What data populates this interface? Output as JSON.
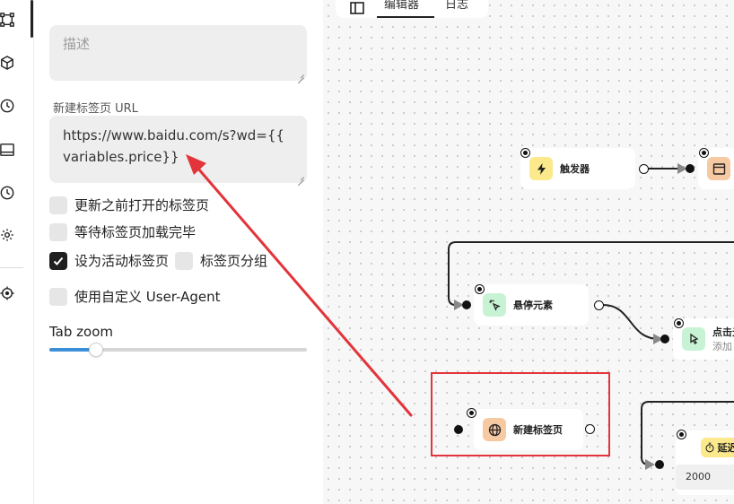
{
  "sidebar": {
    "icons": [
      "workflow-icon",
      "package-icon",
      "history-icon",
      "panel-icon",
      "clock-icon",
      "gear-icon",
      "target-icon"
    ]
  },
  "panel": {
    "description_placeholder": "描述",
    "url_label": "新建标签页 URL",
    "url_value": "https://www.baidu.com/s?wd={{ variables.price}}",
    "checkboxes": [
      {
        "label": "更新之前打开的标签页",
        "checked": false
      },
      {
        "label": "等待标签页加载完毕",
        "checked": false
      },
      {
        "label": "设为活动标签页",
        "checked": true
      },
      {
        "label": "标签页分组",
        "checked": false
      },
      {
        "label": "使用自定义 User-Agent",
        "checked": false
      }
    ],
    "tab_zoom": {
      "label": "Tab zoom",
      "value_fraction": 0.18
    }
  },
  "canvas": {
    "tabs": [
      {
        "label": "编辑器",
        "active": true
      },
      {
        "label": "日志",
        "active": false
      }
    ],
    "nodes": {
      "trigger": {
        "title": "触发器",
        "icon": "lightning-icon",
        "color": "#fbe98b"
      },
      "hover": {
        "title": "悬停元素",
        "icon": "pointer-sparkle-icon",
        "color": "#c7f2d3"
      },
      "click": {
        "title": "点击元",
        "subtitle": "添加",
        "icon": "cursor-icon",
        "color": "#c7f2d3"
      },
      "new_tab": {
        "title": "新建标签页",
        "icon": "globe-icon",
        "color": "#f7c9a3"
      },
      "delay": {
        "title": "延迟",
        "value": "2000",
        "icon": "timer-icon",
        "color": "#fbe98b"
      },
      "browser": {
        "icon": "browser-window-icon",
        "color": "#f7c9a3"
      }
    }
  },
  "colors": {
    "annotation": "#e2343a",
    "slider": "#3b8fd8"
  }
}
